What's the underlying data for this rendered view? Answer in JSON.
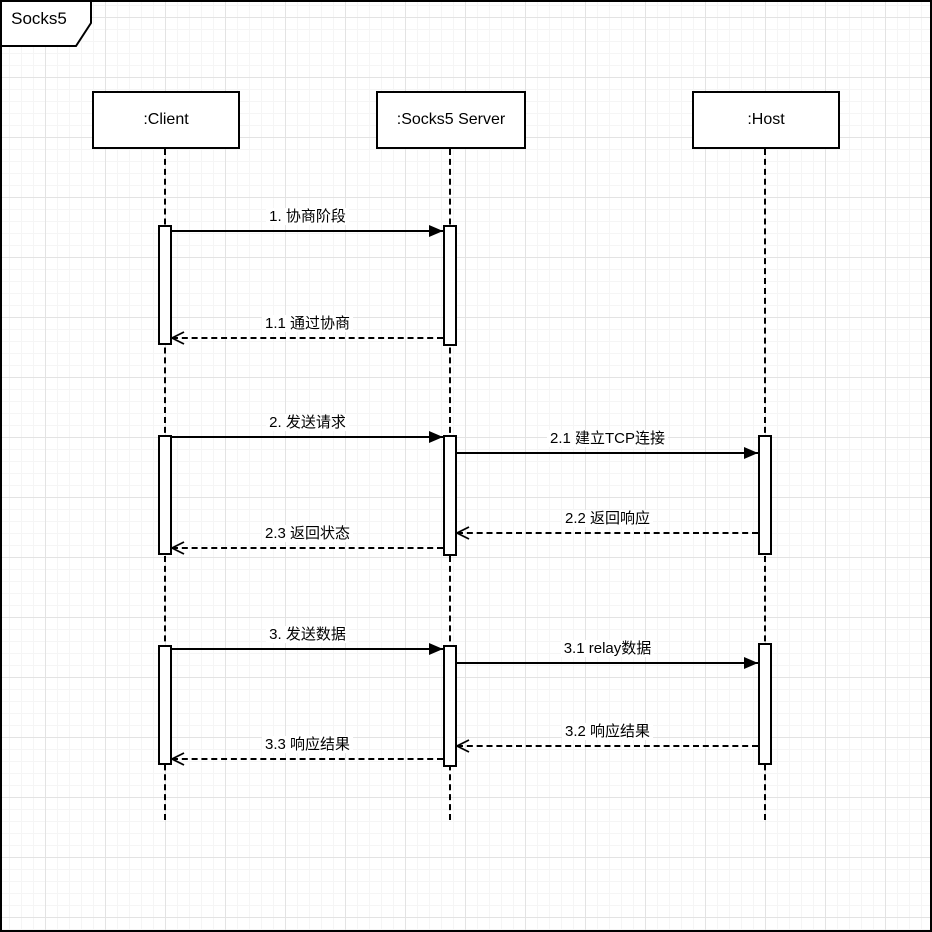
{
  "frame": {
    "title": "Socks5"
  },
  "actors": [
    {
      "name": ":Client"
    },
    {
      "name": ":Socks5 Server"
    },
    {
      "name": ":Host"
    }
  ],
  "messages": [
    {
      "label": "1. 协商阶段",
      "type": "sync",
      "from": ":Client",
      "to": ":Socks5 Server"
    },
    {
      "label": "1.1 通过协商",
      "type": "return",
      "from": ":Socks5 Server",
      "to": ":Client"
    },
    {
      "label": "2. 发送请求",
      "type": "sync",
      "from": ":Client",
      "to": ":Socks5 Server"
    },
    {
      "label": "2.1 建立TCP连接",
      "type": "sync",
      "from": ":Socks5 Server",
      "to": ":Host"
    },
    {
      "label": "2.2 返回响应",
      "type": "return",
      "from": ":Host",
      "to": ":Socks5 Server"
    },
    {
      "label": "2.3 返回状态",
      "type": "return",
      "from": ":Socks5 Server",
      "to": ":Client"
    },
    {
      "label": "3. 发送数据",
      "type": "sync",
      "from": ":Client",
      "to": ":Socks5 Server"
    },
    {
      "label": "3.1 relay数据",
      "type": "sync",
      "from": ":Socks5 Server",
      "to": ":Host"
    },
    {
      "label": "3.2 响应结果",
      "type": "return",
      "from": ":Host",
      "to": ":Socks5 Server"
    },
    {
      "label": "3.3 响应结果",
      "type": "return",
      "from": ":Socks5 Server",
      "to": ":Client"
    }
  ]
}
